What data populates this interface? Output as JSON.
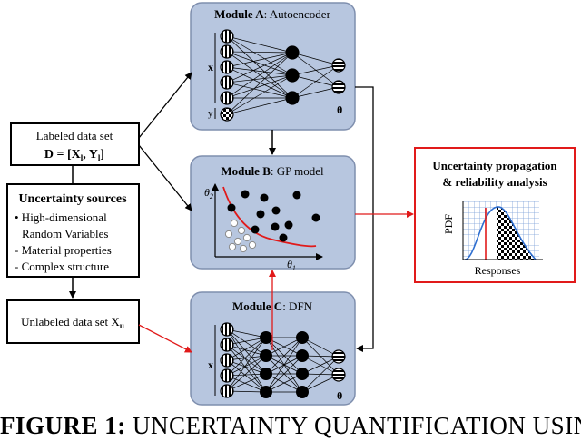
{
  "labeled_box": {
    "line1": "Labeled data set",
    "line2": "D = [X",
    "sub_l1": "l",
    "comma": ", Y",
    "sub_l2": "l",
    "close": "]"
  },
  "uncertainty_box": {
    "title": "Uncertainty sources",
    "items": [
      "• High-dimensional",
      "Random Variables",
      "- Material properties",
      "- Complex structure"
    ]
  },
  "unlabeled_box": {
    "text": "Unlabeled data set X",
    "sub": "u"
  },
  "module_a": {
    "bold": "Module A",
    "rest": ": Autoencoder",
    "x_label": "x",
    "y_label": "y",
    "theta_label": "θ"
  },
  "module_b": {
    "bold": "Module B",
    "rest": ": GP model",
    "y_axis": "θ",
    "y_sub": "2",
    "x_axis": "θ",
    "x_sub": "1"
  },
  "module_c": {
    "bold": "Module C",
    "rest": ": DFN",
    "x_label": "x",
    "theta_label": "θ"
  },
  "result_box": {
    "title1": "Uncertainty propagation",
    "title2": "& reliability analysis",
    "y_label": "PDF",
    "x_label": "Responses"
  },
  "caption": {
    "label": "FIGURE 1:",
    "text": " UNCERTAINTY QUANTIFICATION USING"
  },
  "colors": {
    "module_fill": "#b7c6df",
    "module_stroke": "#7f8fae",
    "red": "#e11a1a",
    "curve_blue": "#2f6fd0"
  }
}
